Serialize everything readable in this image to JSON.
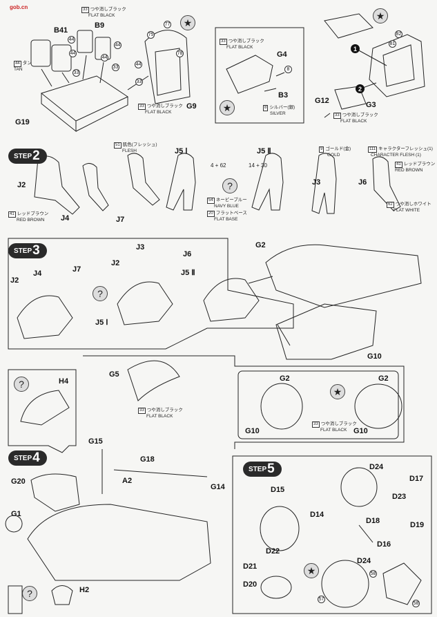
{
  "watermark": "gob.cn",
  "top": {
    "parts": [
      "B41",
      "B9",
      "G19",
      "G4",
      "B3",
      "G12",
      "G3",
      "G9"
    ],
    "paint_tan": {
      "code": "44",
      "jp": "タン",
      "en": "TAN"
    },
    "paint_flat_black_1": {
      "code": "33",
      "jp": "つや消しブラック",
      "en": "FLAT BLACK"
    },
    "paint_flat_black_2": {
      "code": "33",
      "jp": "つや消しブラック",
      "en": "FLAT BLACK"
    },
    "paint_flat_black_3": {
      "code": "33",
      "jp": "つや消しブラック",
      "en": "FLAT BLACK"
    },
    "paint_flat_black_4": {
      "code": "33",
      "jp": "つや消しブラック",
      "en": "FLAT BLACK"
    },
    "paint_silver": {
      "code": "8",
      "jp": "シルバー(銀)",
      "en": "SILVER"
    },
    "markers": [
      "1",
      "2"
    ],
    "nums": [
      "44",
      "44",
      "44",
      "33",
      "33",
      "44",
      "33",
      "44",
      "75",
      "77",
      "78",
      "8",
      "81",
      "82"
    ]
  },
  "step2": {
    "label": "STEP",
    "number": "2",
    "parts": [
      "J2",
      "J4",
      "J7",
      "J5 Ⅰ",
      "J5 Ⅱ",
      "J3",
      "J6"
    ],
    "paint_flesh": {
      "code": "51",
      "jp": "肌色(フレッシュ)",
      "en": "FLESH"
    },
    "paint_gold": {
      "code": "9",
      "jp": "ゴールド(金)",
      "en": "GOLD"
    },
    "paint_char_flesh": {
      "code": "111",
      "jp": "キャラクターフレッシュ(1)",
      "en": "CHARACTER FLESH (1)"
    },
    "paint_red_brown_1": {
      "code": "41",
      "jp": "レッドブラウン",
      "en": "RED BROWN"
    },
    "paint_red_brown_2": {
      "code": "41",
      "jp": "レッドブラウン",
      "en": "RED BROWN"
    },
    "paint_navy": {
      "code": "54",
      "jp": "ネービーブルー",
      "en": "NAVY BLUE"
    },
    "paint_flat_base": {
      "code": "20",
      "jp": "フラットベース",
      "en": "FLAT BASE"
    },
    "paint_flat_white": {
      "code": "62",
      "jp": "つや消しホワイト",
      "en": "FLAT WHITE"
    },
    "mix_1": "4 + 62",
    "mix_2": "14 + 30"
  },
  "step3": {
    "label": "STEP",
    "number": "3",
    "parts": [
      "J2",
      "J4",
      "J7",
      "J2",
      "J3",
      "J6",
      "J5 Ⅰ",
      "J5 Ⅱ",
      "G2",
      "G10",
      "G5",
      "G2",
      "G2",
      "G10",
      "G10"
    ],
    "paint_flat_black_1": {
      "code": "33",
      "jp": "つや消しブラック",
      "en": "FLAT BLACK"
    },
    "paint_flat_black_2": {
      "code": "33",
      "jp": "つや消しブラック",
      "en": "FLAT BLACK"
    }
  },
  "step4": {
    "label": "STEP",
    "number": "4",
    "parts": [
      "H4",
      "G15",
      "G18",
      "A2",
      "G14",
      "G20",
      "G1",
      "H2"
    ]
  },
  "step5": {
    "label": "STEP",
    "number": "5",
    "parts": [
      "D24",
      "D15",
      "D17",
      "D23",
      "D14",
      "D18",
      "D19",
      "D16",
      "D22",
      "D21",
      "D24",
      "D20"
    ],
    "nums": [
      "58",
      "57",
      "58"
    ]
  },
  "colors": {
    "ink": "#111111",
    "paper": "#f6f6f4",
    "step_bg": "#2a2a2a"
  }
}
